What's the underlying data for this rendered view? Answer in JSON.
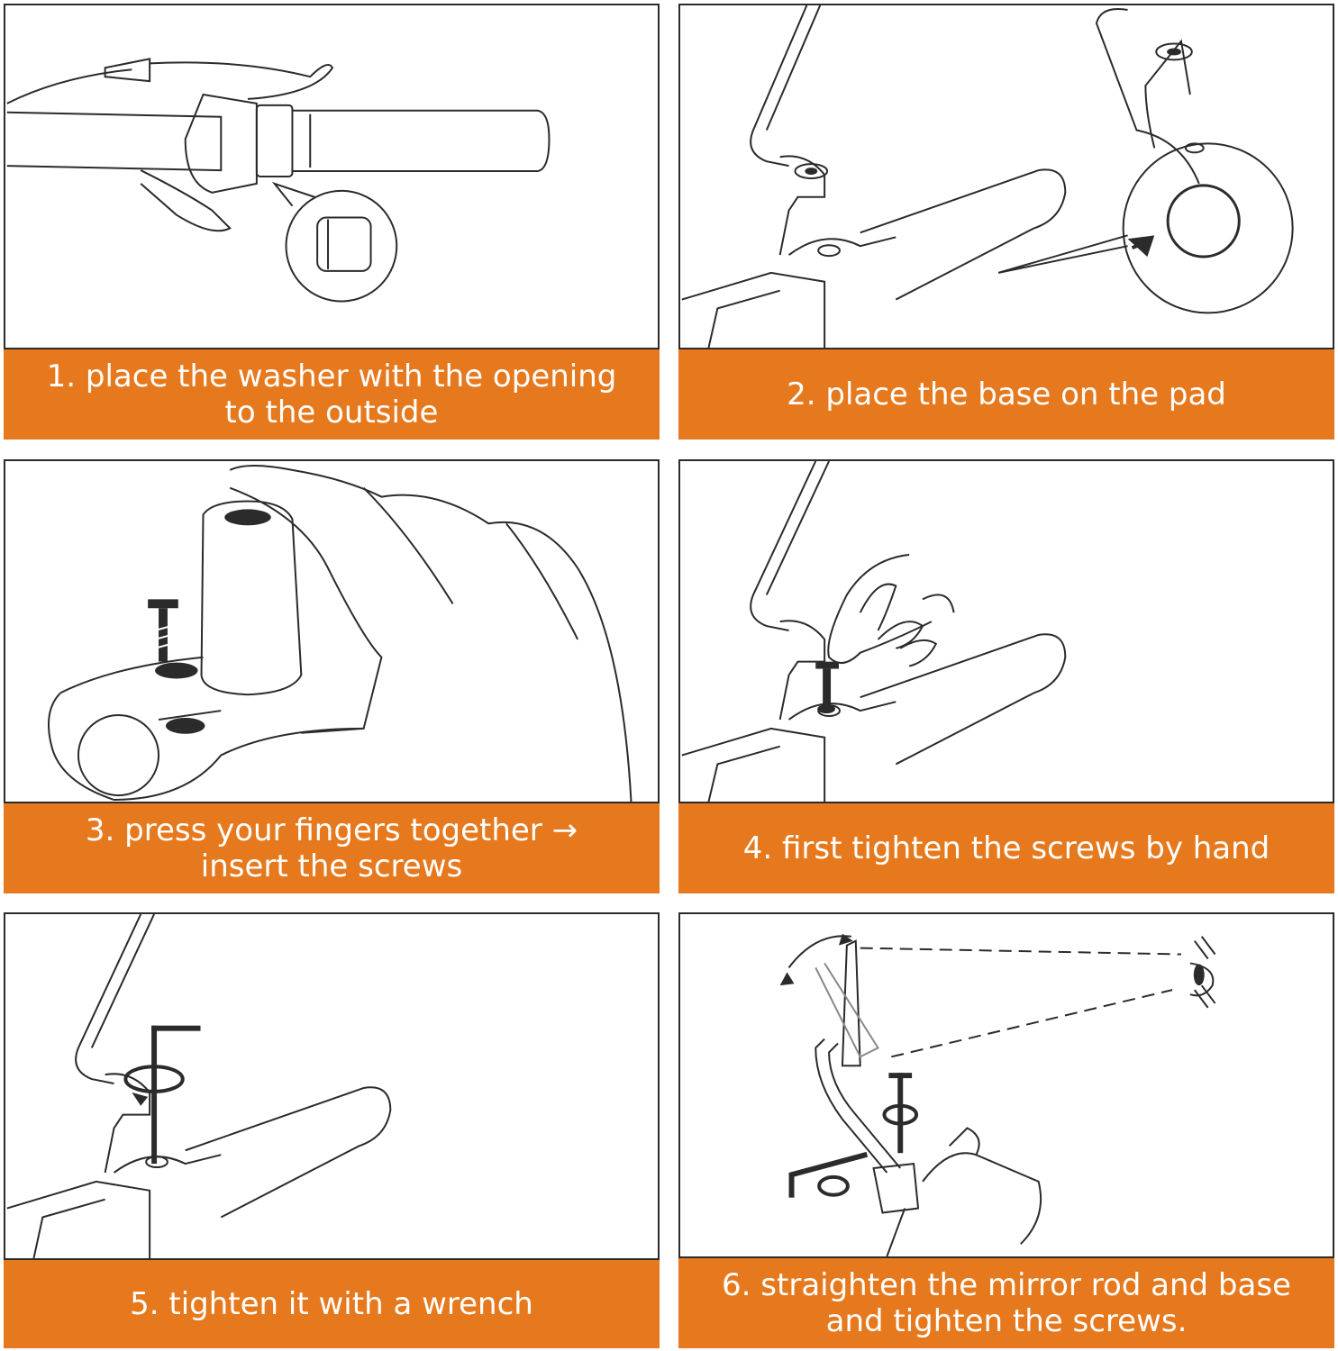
{
  "steps": [
    {
      "caption": "1. place the washer with the opening to the outside"
    },
    {
      "caption": "2. place the base on the pad"
    },
    {
      "caption": "3. press your fingers together → insert the screws"
    },
    {
      "caption": "4. first tighten the screws by hand"
    },
    {
      "caption": "5. tighten it with a wrench"
    },
    {
      "caption": "6. straighten the mirror rod and base and tighten the screws."
    }
  ],
  "colors": {
    "caption_bg": "#e6791e",
    "caption_text": "#ffffff",
    "line": "#2b2b2b"
  }
}
